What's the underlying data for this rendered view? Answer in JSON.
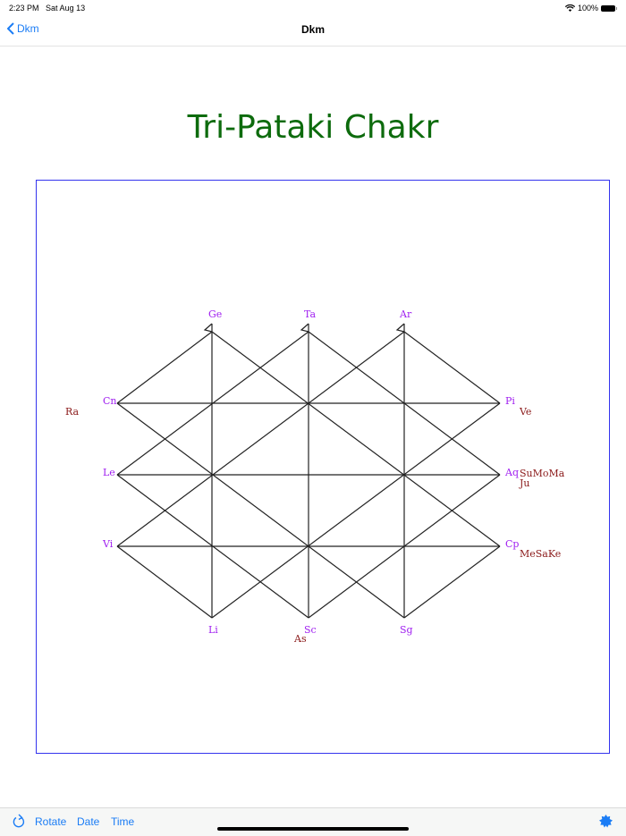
{
  "status_bar": {
    "time": "2:23 PM",
    "date": "Sat Aug 13",
    "battery": "100%"
  },
  "nav": {
    "back_label": "Dkm",
    "title": "Dkm"
  },
  "page": {
    "title": "Tri-Pataki Chakr"
  },
  "colors": {
    "title": "#0d6b0d",
    "box_border": "#3333ee",
    "sign_label": "#a020f0",
    "planet_label": "#8b1a1a",
    "accent": "#1a7cf5"
  },
  "chakra": {
    "signs": {
      "top": [
        "Ge",
        "Ta",
        "Ar"
      ],
      "left": [
        "Cn",
        "Le",
        "Vi"
      ],
      "right": [
        "Pi",
        "Aq",
        "Cp"
      ],
      "bottom": [
        "Li",
        "Sc",
        "Sg"
      ]
    },
    "planets": {
      "Cn": "Ra",
      "Pi": "Ve",
      "Aq_line1": "SuMoMa",
      "Aq_line2": "Ju",
      "Cp": "MeSaKe",
      "Sc": "As"
    }
  },
  "toolbar": {
    "rotate_label": "Rotate",
    "date_label": "Date",
    "time_label": "Time"
  }
}
